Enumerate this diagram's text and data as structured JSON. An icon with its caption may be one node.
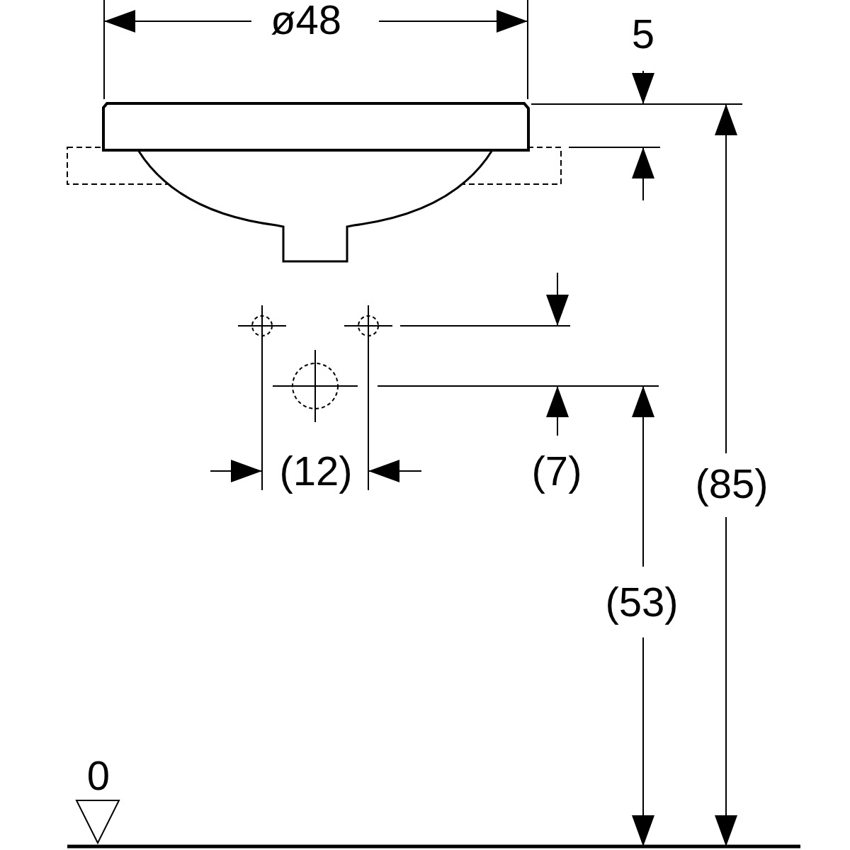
{
  "diagram": {
    "labels": [
      "ø48",
      "5",
      "(12)",
      "(7)",
      "(85)",
      "(53)",
      "0"
    ]
  }
}
